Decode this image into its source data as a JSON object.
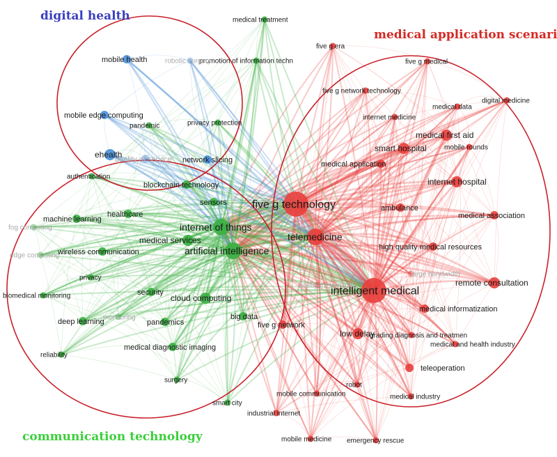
{
  "colors": {
    "red": "#e8413e",
    "green": "#3cb043",
    "blue": "#4a90d9",
    "red_title": "#d42a25",
    "green_title": "#3ccf3c",
    "blue_title": "#3a3fbf",
    "boundary": "#c8202a"
  },
  "clusters": {
    "digital_health": "digital health",
    "medical_application": "medical application scenarios",
    "communication": "communication technology"
  },
  "nodes": [
    {
      "id": "five_g_technology",
      "label": "five g technology",
      "cluster": "red",
      "weight": 10
    },
    {
      "id": "intelligent_medical",
      "label": "intelligent medical",
      "cluster": "red",
      "weight": 9
    },
    {
      "id": "telemedicine",
      "label": "telemedicine",
      "cluster": "red",
      "weight": 7
    },
    {
      "id": "smart_hospital",
      "label": "smart hospital",
      "cluster": "red",
      "weight": 6
    },
    {
      "id": "internet_hospital",
      "label": "internet hospital",
      "cluster": "red",
      "weight": 5
    },
    {
      "id": "medical_first_aid",
      "label": "medical first aid",
      "cluster": "red",
      "weight": 5
    },
    {
      "id": "remote_consultation",
      "label": "remote consultation",
      "cluster": "red",
      "weight": 5
    },
    {
      "id": "medical_association",
      "label": "medical association",
      "cluster": "red",
      "weight": 4
    },
    {
      "id": "high_quality",
      "label": "high quality medical resources",
      "cluster": "red",
      "weight": 4
    },
    {
      "id": "ambulance",
      "label": "ambulance",
      "cluster": "red",
      "weight": 4
    },
    {
      "id": "medical_application",
      "label": "medical application",
      "cluster": "red",
      "weight": 4
    },
    {
      "id": "mobile_rounds",
      "label": "mobile rounds",
      "cluster": "red",
      "weight": 3
    },
    {
      "id": "medical_data",
      "label": "medical data",
      "cluster": "red",
      "weight": 3
    },
    {
      "id": "digital_medicine",
      "label": "digital medicine",
      "cluster": "red",
      "weight": 3
    },
    {
      "id": "five_g_medical",
      "label": "five g medical",
      "cluster": "red",
      "weight": 3
    },
    {
      "id": "five_g_era",
      "label": "five g era",
      "cluster": "red",
      "weight": 3
    },
    {
      "id": "five_g_network_technology",
      "label": "five g network technology",
      "cluster": "red",
      "weight": 3
    },
    {
      "id": "internet_medicine",
      "label": "internet medicine",
      "cluster": "red",
      "weight": 3
    },
    {
      "id": "medical_informatization",
      "label": "medical informatization",
      "cluster": "red",
      "weight": 4
    },
    {
      "id": "large_bandwidth",
      "label": "large bandwidth",
      "cluster": "red",
      "weight": 2,
      "faded": true
    },
    {
      "id": "low_delay",
      "label": "low delay",
      "cluster": "red",
      "weight": 5
    },
    {
      "id": "grading_diagnosis",
      "label": "grading diagnosis and treatmen",
      "cluster": "red",
      "weight": 3
    },
    {
      "id": "medical_health_industry",
      "label": "medical and health industry",
      "cluster": "red",
      "weight": 3
    },
    {
      "id": "teleoperation",
      "label": "teleoperation",
      "cluster": "red",
      "weight": 4
    },
    {
      "id": "medical_industry",
      "label": "medical industry",
      "cluster": "red",
      "weight": 3
    },
    {
      "id": "five_g_network",
      "label": "five g network",
      "cluster": "red",
      "weight": 4
    },
    {
      "id": "robot",
      "label": "robot",
      "cluster": "red",
      "weight": 3
    },
    {
      "id": "mobile_communication",
      "label": "mobile communication",
      "cluster": "red",
      "weight": 3
    },
    {
      "id": "industrial_internet",
      "label": "industrial internet",
      "cluster": "red",
      "weight": 3
    },
    {
      "id": "mobile_medicine",
      "label": "mobile medicine",
      "cluster": "red",
      "weight": 3
    },
    {
      "id": "emergency_rescue",
      "label": "emergency rescue",
      "cluster": "red",
      "weight": 3
    },
    {
      "id": "intelligent_terminal",
      "label": "intelligent terminal",
      "cluster": "red",
      "weight": 2,
      "faded": true
    },
    {
      "id": "internet_of_things",
      "label": "internet of things",
      "cluster": "green",
      "weight": 8
    },
    {
      "id": "artificial_intelligence",
      "label": "artificial intelligence",
      "cluster": "green",
      "weight": 8
    },
    {
      "id": "medical_services",
      "label": "medical services",
      "cluster": "green",
      "weight": 5
    },
    {
      "id": "sensors",
      "label": "sensors",
      "cluster": "green",
      "weight": 4
    },
    {
      "id": "healthcare",
      "label": "healthcare",
      "cluster": "green",
      "weight": 4
    },
    {
      "id": "machine_learning",
      "label": "machine learning",
      "cluster": "green",
      "weight": 4
    },
    {
      "id": "wireless_communication",
      "label": "wireless communication",
      "cluster": "green",
      "weight": 4
    },
    {
      "id": "cloud_computing",
      "label": "cloud computing",
      "cluster": "green",
      "weight": 5
    },
    {
      "id": "security",
      "label": "security",
      "cluster": "green",
      "weight": 4
    },
    {
      "id": "privacy",
      "label": "privacy",
      "cluster": "green",
      "weight": 3
    },
    {
      "id": "biomedical_monitoring",
      "label": "biomedical monitoring",
      "cluster": "green",
      "weight": 3
    },
    {
      "id": "deep_learning",
      "label": "deep learning",
      "cluster": "green",
      "weight": 4
    },
    {
      "id": "pandemics",
      "label": "pandemics",
      "cluster": "green",
      "weight": 4
    },
    {
      "id": "big_data",
      "label": "big data",
      "cluster": "green",
      "weight": 4
    },
    {
      "id": "medical_diagnostic_imaging",
      "label": "medical diagnostic imaging",
      "cluster": "green",
      "weight": 4
    },
    {
      "id": "reliability",
      "label": "reliability",
      "cluster": "green",
      "weight": 3
    },
    {
      "id": "surgery",
      "label": "surgery",
      "cluster": "green",
      "weight": 3
    },
    {
      "id": "smart_city",
      "label": "smart city",
      "cluster": "green",
      "weight": 3
    },
    {
      "id": "fog_computing",
      "label": "fog computing",
      "cluster": "green",
      "weight": 2,
      "faded": true
    },
    {
      "id": "edge_computing",
      "label": "edge computing",
      "cluster": "green",
      "weight": 3,
      "faded": true
    },
    {
      "id": "monitoring",
      "label": "monitoring",
      "cluster": "green",
      "weight": 2,
      "faded": true
    },
    {
      "id": "authentication",
      "label": "authentication",
      "cluster": "green",
      "weight": 3
    },
    {
      "id": "blockchain_technology",
      "label": "blockchain technology",
      "cluster": "green",
      "weight": 4
    },
    {
      "id": "pandemic",
      "label": "pandemic",
      "cluster": "green",
      "weight": 3
    },
    {
      "id": "privacy_protection",
      "label": "privacy protection",
      "cluster": "green",
      "weight": 3
    },
    {
      "id": "promotion_it",
      "label": "promotion of information techn",
      "cluster": "green",
      "weight": 3
    },
    {
      "id": "medical_treatment",
      "label": "medical treatment",
      "cluster": "green",
      "weight": 3
    },
    {
      "id": "mobile_health",
      "label": "mobile health",
      "cluster": "blue",
      "weight": 4
    },
    {
      "id": "robotic_surgery",
      "label": "robotic surgery",
      "cluster": "blue",
      "weight": 3,
      "faded": true
    },
    {
      "id": "mobile_edge_computing",
      "label": "mobile edge computing",
      "cluster": "blue",
      "weight": 4
    },
    {
      "id": "ehealth",
      "label": "ehealth",
      "cluster": "blue",
      "weight": 5
    },
    {
      "id": "quality_of_service",
      "label": "quality of service",
      "cluster": "blue",
      "weight": 4,
      "faded": true
    },
    {
      "id": "network_slicing",
      "label": "network slicing",
      "cluster": "blue",
      "weight": 4
    }
  ]
}
